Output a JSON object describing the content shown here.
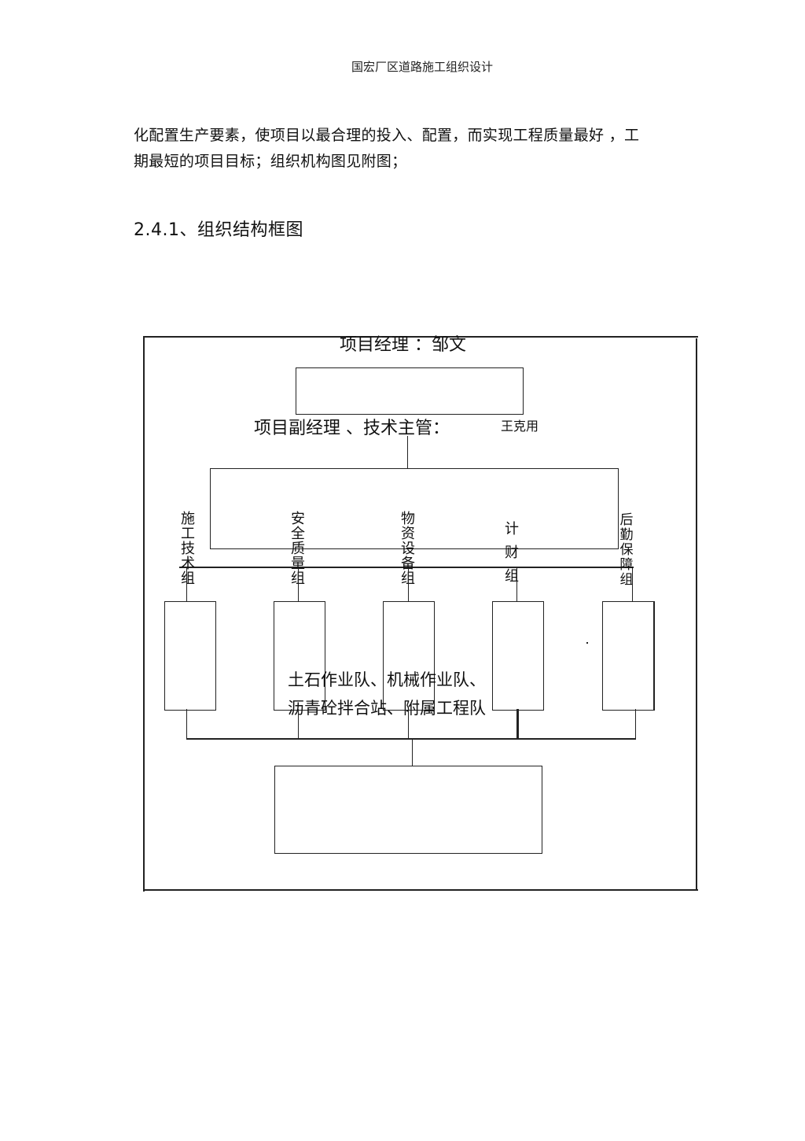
{
  "header": {
    "title": "国宏厂区道路施工组织设计"
  },
  "body": {
    "paragraph_line1": "化配置生产要素，使项目以最合理的投入、配置，而实现工程质量最好    ，工",
    "paragraph_line2": "期最短的项目目标；组织机构图见附图；",
    "section_heading": "2.4.1、组织结构框图"
  },
  "org_chart": {
    "manager": "项目经理  ：邹文",
    "deputy": "项目副经理  、技术主管：",
    "deputy_name": "王克用",
    "groups": [
      {
        "label": "施工技术组"
      },
      {
        "label": "安全质量组"
      },
      {
        "label": "物资设备组"
      },
      {
        "label": "计财组"
      },
      {
        "label": "后勤保障组"
      }
    ],
    "teams_line1": "土石作业队、机械作业队、",
    "teams_line2": "沥青砼拌合站、附属工程队"
  }
}
